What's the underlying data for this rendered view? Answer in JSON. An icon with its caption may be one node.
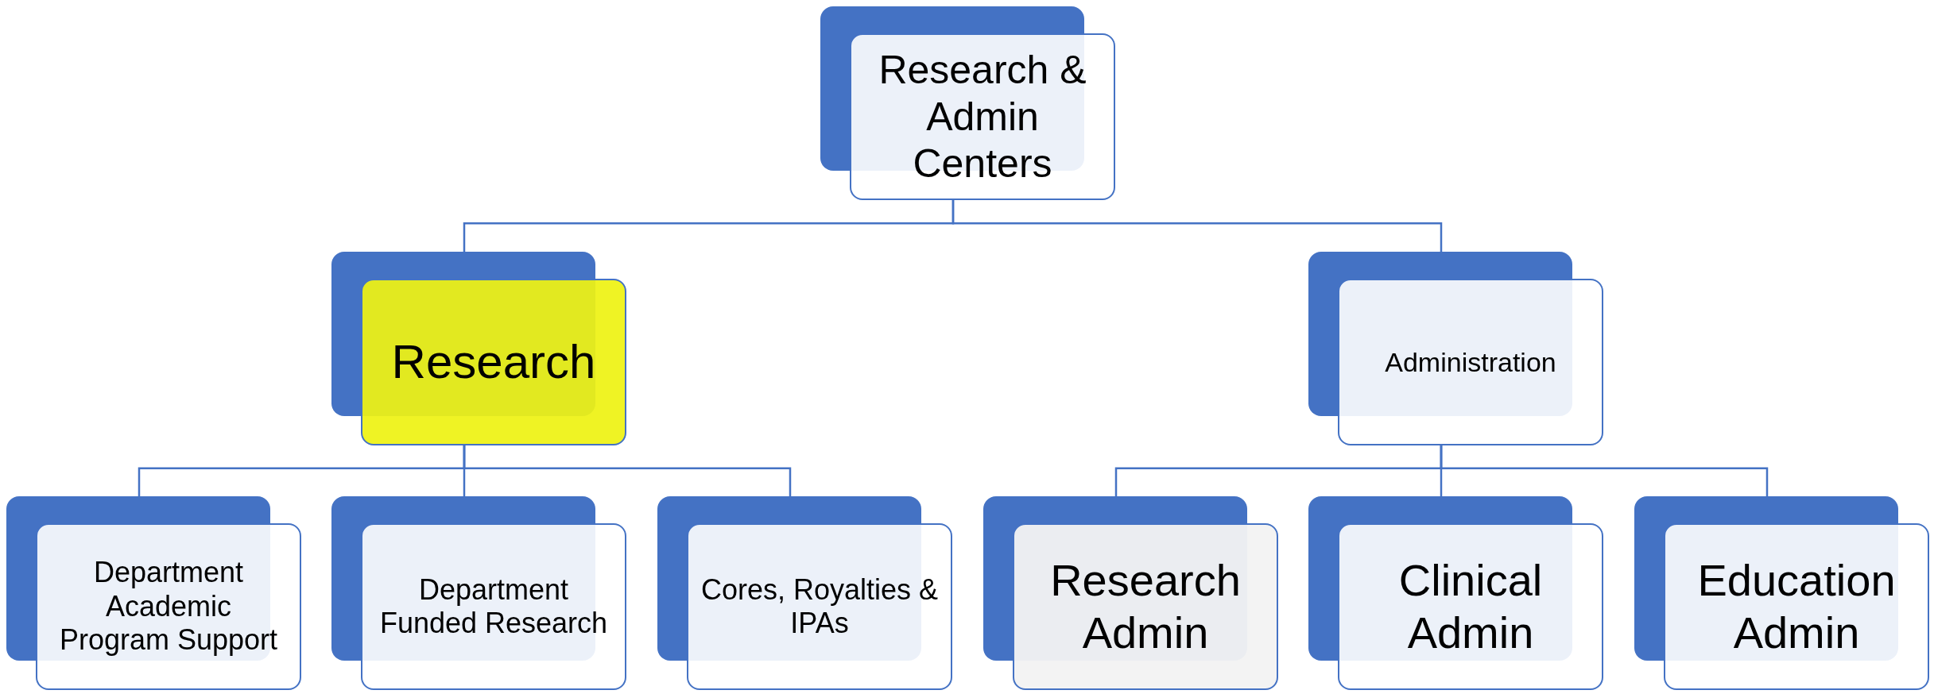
{
  "diagram": {
    "nodes": [
      {
        "text": [
          "Research & Admin Centers"
        ]
      },
      {
        "text": [
          "Research"
        ]
      },
      {
        "text": [
          "Administration"
        ]
      },
      {
        "text": [
          "Department Academic Program Support"
        ]
      },
      {
        "text": [
          "Department Funded Research"
        ]
      },
      {
        "text": [
          "Cores, Royalties & IPAs"
        ]
      },
      {
        "text": [
          "Research Admin"
        ]
      },
      {
        "text": [
          "Clinical Admin"
        ]
      },
      {
        "text": [
          "Education Admin"
        ]
      }
    ],
    "edges": [
      {
        "from": 0,
        "to": 1,
        "arrow": "none"
      },
      {
        "from": 0,
        "to": 2,
        "arrow": "none"
      },
      {
        "from": 1,
        "to": 3,
        "arrow": "none"
      },
      {
        "from": 1,
        "to": 4,
        "arrow": "none"
      },
      {
        "from": 1,
        "to": 5,
        "arrow": "none"
      },
      {
        "from": 2,
        "to": 6,
        "arrow": "none"
      },
      {
        "from": 2,
        "to": 7,
        "arrow": "none"
      },
      {
        "from": 2,
        "to": 8,
        "arrow": "none"
      }
    ]
  }
}
